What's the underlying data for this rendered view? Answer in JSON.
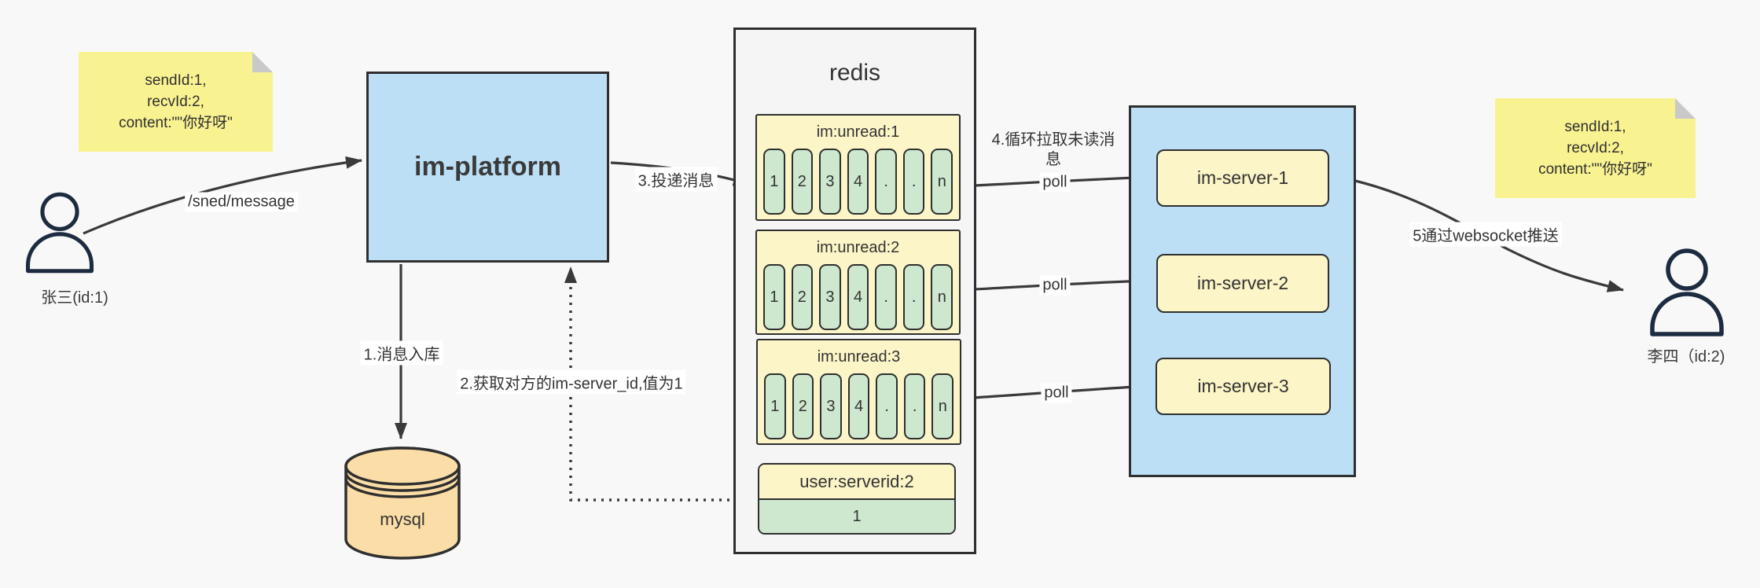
{
  "colors": {
    "background": "#f8f8f8",
    "blue_fill": "#bcdff6",
    "yellow_fill": "#fbf5c7",
    "green_fill": "#cde8cf",
    "sticky_yellow": "#f9f291",
    "tan_fill": "#fbdda7",
    "gray_container": "#f5f5f5",
    "stroke_dark": "#2f2f2f",
    "arrow": "#3a3a3a"
  },
  "actors": {
    "sender": {
      "label": "张三(id:1)"
    },
    "receiver": {
      "label": "李四（id:2)"
    }
  },
  "notes": {
    "left": {
      "line1": "sendId:1,",
      "line2": "recvId:2,",
      "line3": "content:\"\"你好呀\""
    },
    "right": {
      "line1": "sendId:1,",
      "line2": "recvId:2,",
      "line3": "content:\"\"你好呀\""
    }
  },
  "platform": {
    "label": "im-platform"
  },
  "database": {
    "label": "mysql"
  },
  "redis": {
    "title": "redis",
    "queues": [
      {
        "header": "im:unread:1",
        "cells": [
          "1",
          "2",
          "3",
          "4",
          ".",
          ".",
          "n"
        ]
      },
      {
        "header": "im:unread:2",
        "cells": [
          "1",
          "2",
          "3",
          "4",
          ".",
          ".",
          "n"
        ]
      },
      {
        "header": "im:unread:3",
        "cells": [
          "1",
          "2",
          "3",
          "4",
          ".",
          ".",
          "n"
        ]
      }
    ],
    "server_map": {
      "header": "user:serverid:2",
      "value": "1"
    }
  },
  "cluster": {
    "servers": [
      {
        "label": "im-server-1"
      },
      {
        "label": "im-server-2"
      },
      {
        "label": "im-server-3"
      }
    ]
  },
  "edges": {
    "send_message": {
      "label": "/sned/message"
    },
    "store_db": {
      "label": "1.消息入库"
    },
    "get_server_id": {
      "label": "2.获取对方的im-server_id,值为1"
    },
    "deliver": {
      "label": "3.投递消息"
    },
    "poll_loop": {
      "label": "4.循环拉取未读消息"
    },
    "poll_1": {
      "label": "poll"
    },
    "poll_2": {
      "label": "poll"
    },
    "poll_3": {
      "label": "poll"
    },
    "ws_push": {
      "label": "5通过websocket推送"
    }
  }
}
